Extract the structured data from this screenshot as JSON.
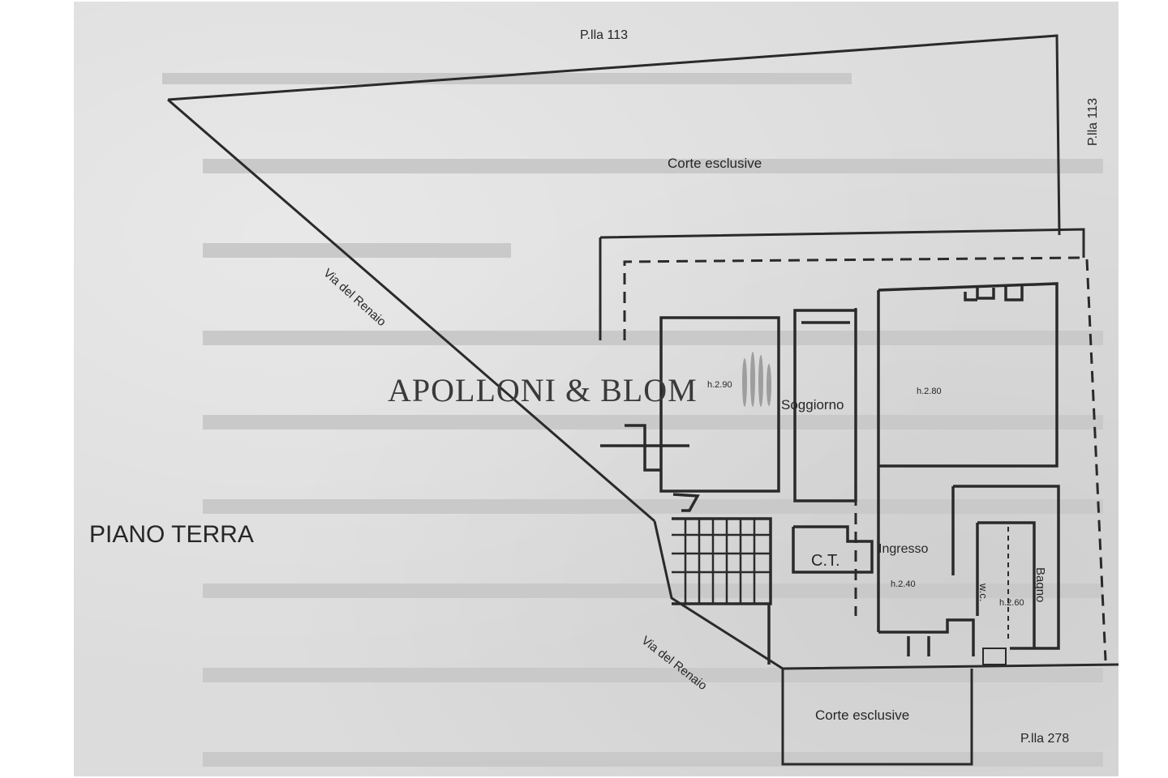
{
  "labels": {
    "plot_north": "P.lla 113",
    "plot_east": "P.lla 113",
    "plot_south": "P.lla 278",
    "court_top": "Corte esclusive",
    "court_bottom": "Corte esclusive",
    "street_upper": "Via del Renaio",
    "street_lower": "Via del Renaio",
    "title": "PIANO TERRA",
    "room_left_height": "h.2.90",
    "room_living": "Soggiorno",
    "room_right_height": "h.2.80",
    "room_ct": "C.T.",
    "room_entrance": "Ingresso",
    "entrance_height": "h.2.40",
    "room_wc": "w.c.",
    "wc_height": "h.2.60",
    "room_bath": "Bagno"
  },
  "watermark": "APOLLONI & BLOM",
  "colors": {
    "paper": "#dcdcdc",
    "ink": "#2a2a2a"
  }
}
